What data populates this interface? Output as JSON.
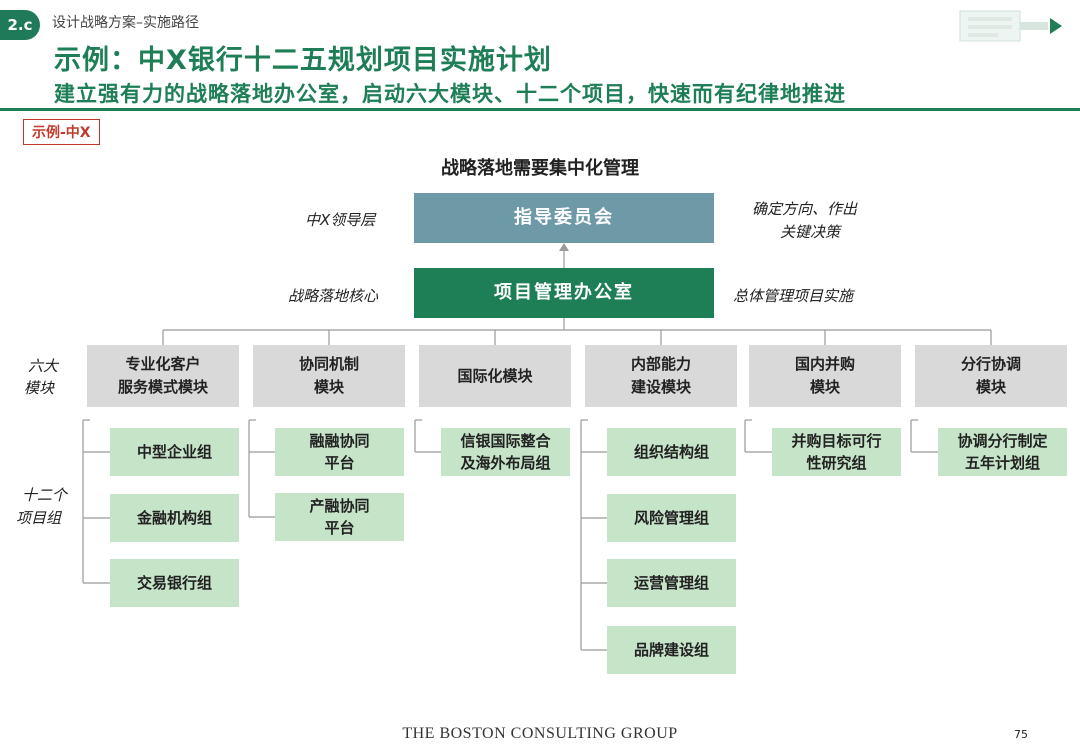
{
  "header": {
    "badge": "2.c",
    "section": "设计战略方案–实施路径",
    "title": "示例：中X银行十二五规划项目实施计划",
    "subtitle": "建立强有力的战略落地办公室，启动六大模块、十二个项目，快速而有纪律地推进",
    "tag": "示例-中X"
  },
  "diagram": {
    "heading": "战略落地需要集中化管理",
    "leadership_label": "中X领导层",
    "steering": "指导委员会",
    "steering_note_1": "确定方向、作出",
    "steering_note_2": "关键决策",
    "core_label": "战略落地核心",
    "pmo": "项目管理办公室",
    "pmo_note": "总体管理项目实施",
    "modules_label_1": "六大",
    "modules_label_2": "模块",
    "projects_label_1": "十二个",
    "projects_label_2": "项目组",
    "modules": [
      {
        "line1": "专业化客户",
        "line2": "服务模式模块",
        "projects": [
          [
            "中型企业组"
          ],
          [
            "金融机构组"
          ],
          [
            "交易银行组"
          ]
        ]
      },
      {
        "line1": "协同机制",
        "line2": "模块",
        "projects": [
          [
            "融融协同",
            "平台"
          ],
          [
            "产融协同",
            "平台"
          ]
        ]
      },
      {
        "line1": "国际化模块",
        "line2": "",
        "projects": [
          [
            "信银国际整合",
            "及海外布局组"
          ]
        ]
      },
      {
        "line1": "内部能力",
        "line2": "建设模块",
        "projects": [
          [
            "组织结构组"
          ],
          [
            "风险管理组"
          ],
          [
            "运营管理组"
          ],
          [
            "品牌建设组"
          ]
        ]
      },
      {
        "line1": "国内并购",
        "line2": "模块",
        "projects": [
          [
            "并购目标可行",
            "性研究组"
          ]
        ]
      },
      {
        "line1": "分行协调",
        "line2": "模块",
        "projects": [
          [
            "协调分行制定",
            "五年计划组"
          ]
        ]
      }
    ]
  },
  "footer": {
    "brand": "THE BOSTON CONSULTING GROUP",
    "page": "75"
  },
  "colors": {
    "brand_green": "#1e7e55",
    "steering_blue": "#6e9aa8",
    "module_gray": "#d9d9d9",
    "project_green": "#c6e5c8",
    "tag_red": "#c0392b"
  }
}
